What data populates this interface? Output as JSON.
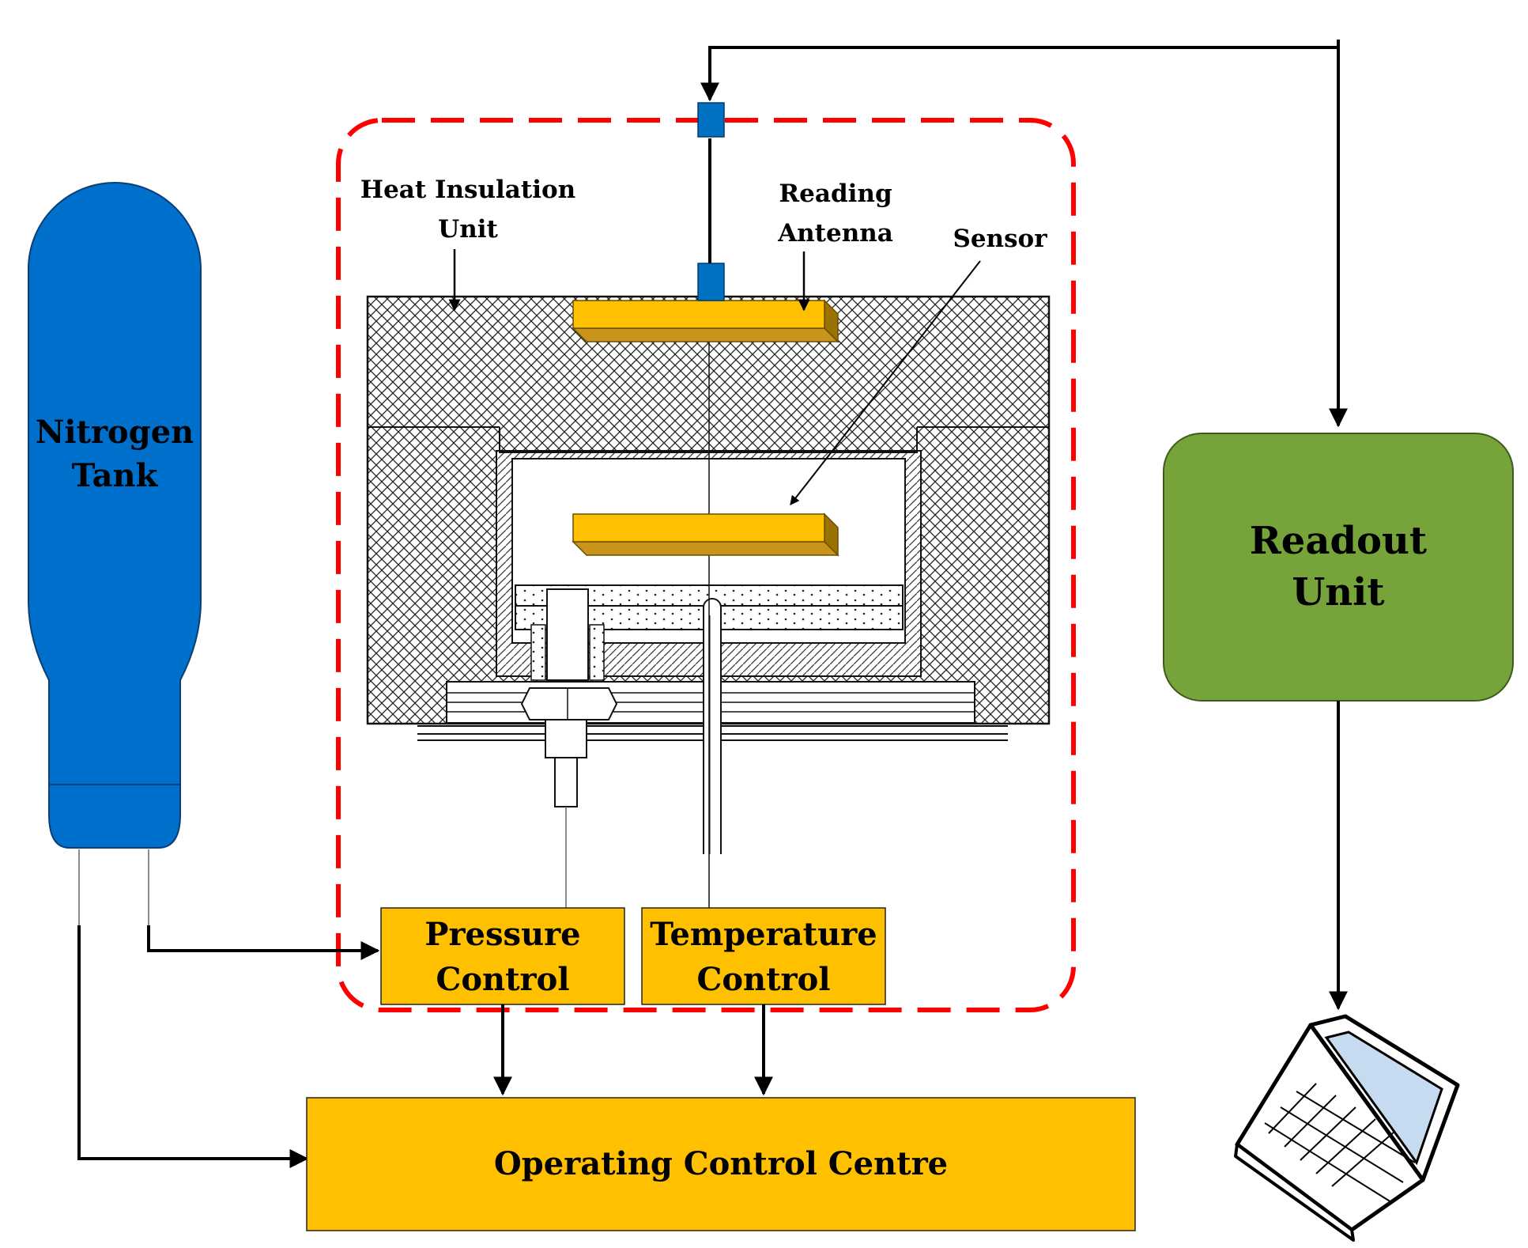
{
  "labels": {
    "nitrogen_tank_1": "Nitrogen",
    "nitrogen_tank_2": "Tank",
    "heat_insulation_1": "Heat Insulation",
    "heat_insulation_2": "Unit",
    "reading_antenna_1": "Reading",
    "reading_antenna_2": "Antenna",
    "sensor": "Sensor",
    "readout_unit_1": "Readout",
    "readout_unit_2": "Unit",
    "pressure_control_1": "Pressure",
    "pressure_control_2": "Control",
    "temperature_control_1": "Temperature",
    "temperature_control_2": "Control",
    "operating_control_centre": "Operating Control Centre"
  },
  "colors": {
    "tank_blue": "#0070cd",
    "connector_blue": "#0070c0",
    "gold": "#ffc000",
    "gold_shade": "#c8951a",
    "gold_dark": "#9a7200",
    "readout_green": "#76a43b",
    "dashed_red": "#ff0000",
    "screen": "#c7dbf0"
  },
  "icons": {
    "computer": "laptop-icon"
  }
}
